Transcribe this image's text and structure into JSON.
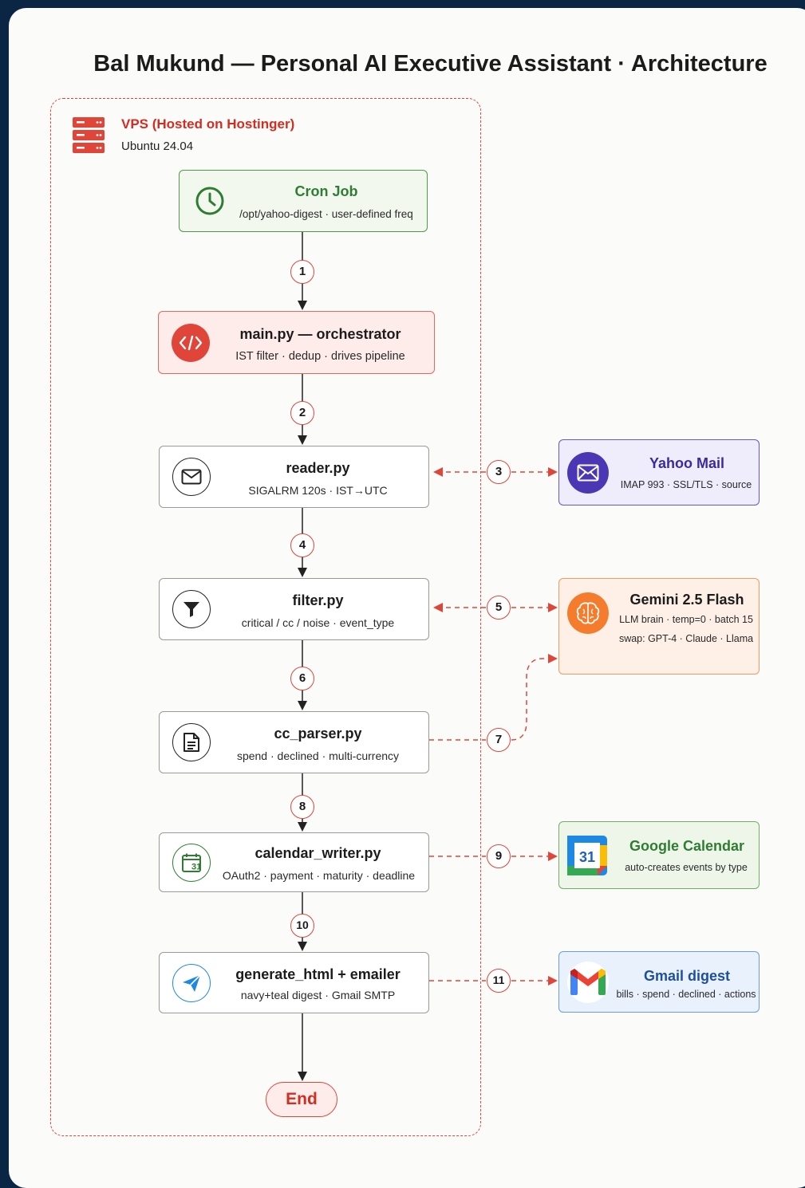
{
  "title": "Bal Mukund — Personal AI Executive Assistant · Architecture",
  "vps": {
    "title": "VPS (Hosted on Hostinger)",
    "subtitle": "Ubuntu 24.04",
    "icon": "server-icon"
  },
  "nodes": {
    "cron": {
      "title": "Cron Job",
      "subtitle": "/opt/yahoo-digest · user-defined freq",
      "icon": "clock-icon"
    },
    "main": {
      "title": "main.py — orchestrator",
      "subtitle": "IST filter · dedup · drives pipeline",
      "icon": "code-icon"
    },
    "reader": {
      "title": "reader.py",
      "subtitle": "SIGALRM 120s · IST→UTC",
      "icon": "mail-icon"
    },
    "filter": {
      "title": "filter.py",
      "subtitle": "critical / cc / noise · event_type",
      "icon": "funnel-icon"
    },
    "cc_parser": {
      "title": "cc_parser.py",
      "subtitle": "spend · declined · multi-currency",
      "icon": "document-icon"
    },
    "calendar_writer": {
      "title": "calendar_writer.py",
      "subtitle": "OAuth2 · payment · maturity · deadline",
      "icon": "calendar-icon",
      "icon_text": "31"
    },
    "generate_html": {
      "title": "generate_html + emailer",
      "subtitle": "navy+teal digest · Gmail SMTP",
      "icon": "paper-plane-icon"
    },
    "end": {
      "label": "End"
    }
  },
  "services": {
    "yahoo": {
      "title": "Yahoo Mail",
      "subtitle": "IMAP 993 · SSL/TLS · source",
      "icon": "mail-icon"
    },
    "gemini": {
      "title": "Gemini 2.5 Flash",
      "subtitle": "LLM brain · temp=0 · batch 15",
      "subtitle2": "swap: GPT-4 · Claude · Llama",
      "icon": "brain-icon"
    },
    "gcal": {
      "title": "Google Calendar",
      "subtitle": "auto-creates events by type",
      "icon": "google-calendar-icon",
      "icon_text": "31"
    },
    "gmail": {
      "title": "Gmail digest",
      "subtitle": "bills · spend · declined · actions",
      "icon": "gmail-icon"
    }
  },
  "steps": [
    "1",
    "2",
    "3",
    "4",
    "5",
    "6",
    "7",
    "8",
    "9",
    "10",
    "11"
  ],
  "colors": {
    "accent_red": "#e0453a",
    "green": "#2f7d32",
    "purple": "#4b36b3",
    "orange": "#f47c2c",
    "blue": "#1e88e5",
    "navy_bg": "#0b2545"
  }
}
